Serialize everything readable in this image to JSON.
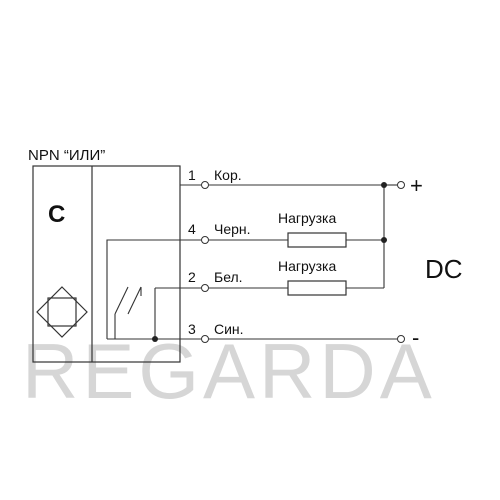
{
  "title": "NPN “ИЛИ”",
  "sensor_letter": "C",
  "wires": [
    {
      "num": "1",
      "label": "Кор."
    },
    {
      "num": "4",
      "label": "Черн."
    },
    {
      "num": "2",
      "label": "Бел."
    },
    {
      "num": "3",
      "label": "Син."
    }
  ],
  "loads": [
    "Нагрузка",
    "Нагрузка"
  ],
  "plus": "+",
  "minus": "-",
  "supply": "DC",
  "watermark": "REGARDA"
}
